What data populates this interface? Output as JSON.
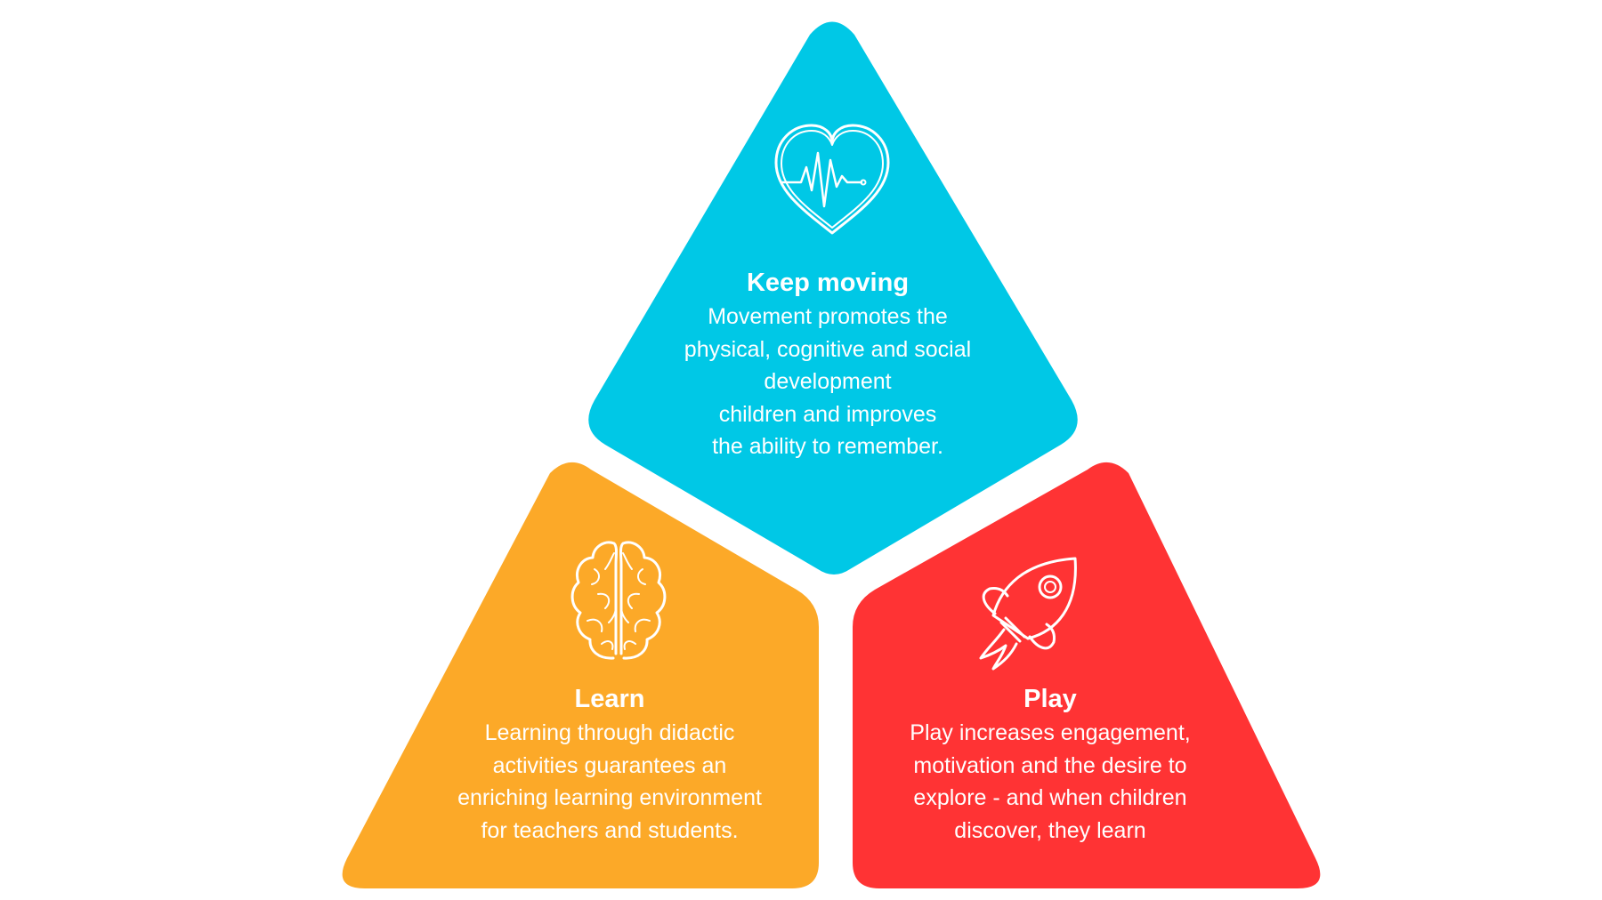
{
  "blocks": [
    {
      "id": "keep-moving",
      "color": "#00C8E6",
      "icon": "heartbeat-icon",
      "title": "Keep moving",
      "lines": [
        "Movement promotes the",
        "physical, cognitive and social",
        "development",
        "children and improves",
        "the ability to remember."
      ]
    },
    {
      "id": "learn",
      "color": "#FCA928",
      "icon": "brain-icon",
      "title": "Learn",
      "lines": [
        "Learning through didactic",
        "activities guarantees an",
        "enriching learning environment",
        "for teachers and students."
      ]
    },
    {
      "id": "play",
      "color": "#FF3334",
      "icon": "rocket-icon",
      "title": "Play",
      "lines": [
        "Play increases engagement,",
        "motivation and the desire to",
        "explore - and when children",
        "discover, they learn"
      ]
    }
  ]
}
